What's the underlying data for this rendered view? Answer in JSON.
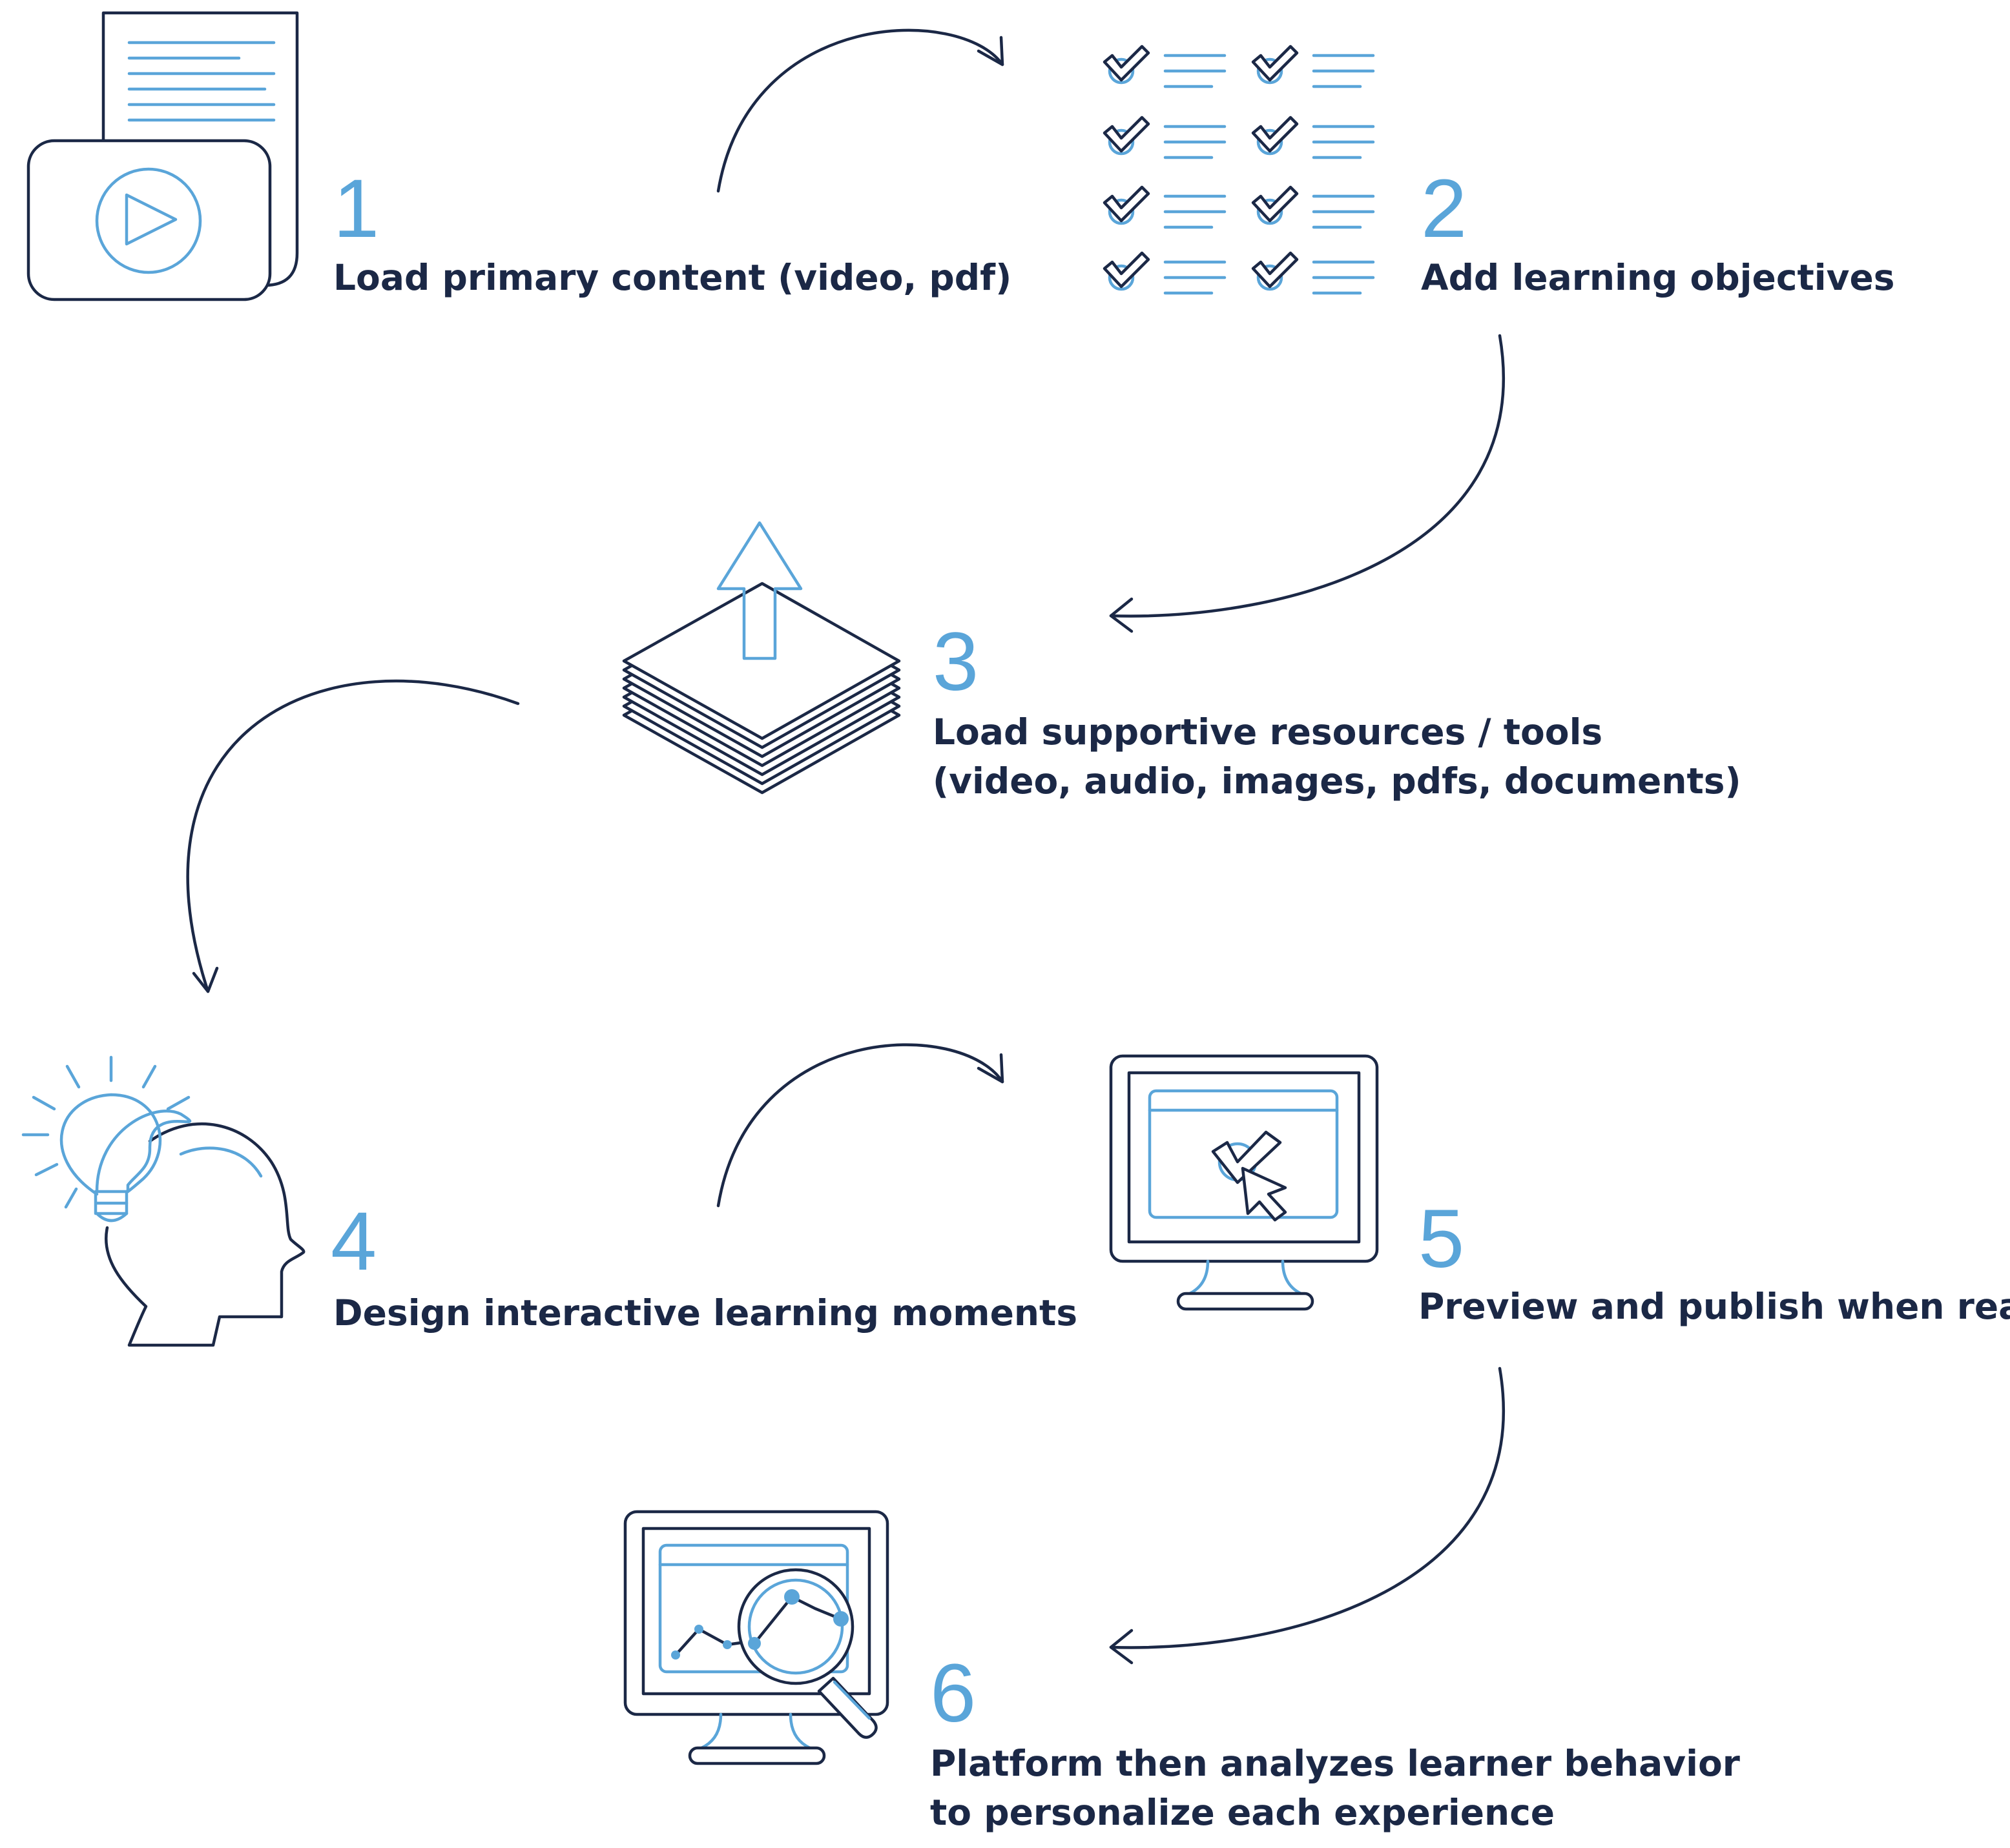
{
  "colors": {
    "navy": "#1b2846",
    "accent_blue": "#5aa5d9",
    "background": "#ffffff"
  },
  "steps": [
    {
      "number": "1",
      "label": "Load primary content (video, pdf)",
      "icon": "video-document-icon"
    },
    {
      "number": "2",
      "label": "Add learning objectives",
      "icon": "checklist-icon"
    },
    {
      "number": "3",
      "label": "Load supportive resources / tools",
      "label2": "(video, audio, images, pdfs, documents)",
      "icon": "upload-stack-icon"
    },
    {
      "number": "4",
      "label": "Design interactive learning moments",
      "icon": "head-lightbulb-icon"
    },
    {
      "number": "5",
      "label": "Preview and publish when ready",
      "icon": "monitor-checkmark-icon"
    },
    {
      "number": "6",
      "label": "Platform then analyzes learner behavior",
      "label2": "to personalize each experience",
      "icon": "monitor-analytics-icon"
    }
  ],
  "flow": [
    "1",
    "2",
    "3",
    "4",
    "5",
    "6"
  ]
}
